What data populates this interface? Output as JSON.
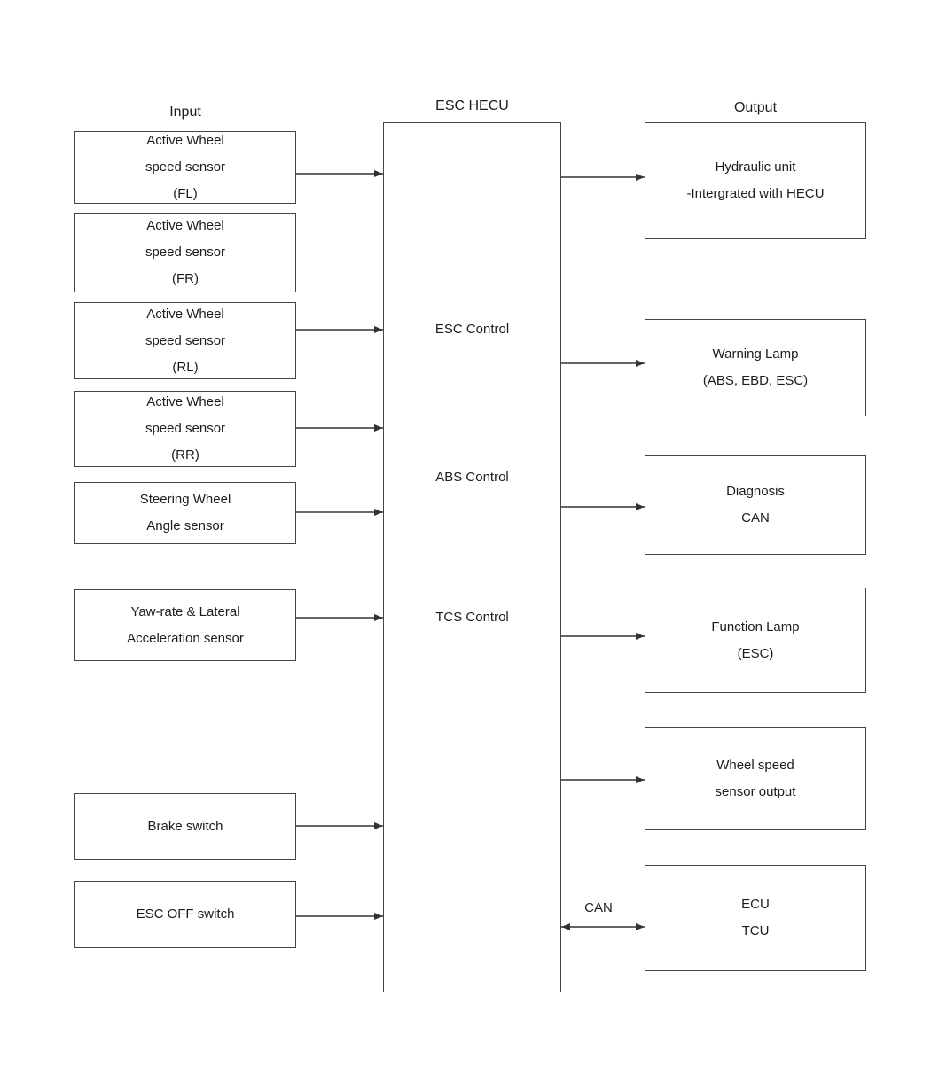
{
  "headers": {
    "input": "Input",
    "hecu": "ESC HECU",
    "output": "Output"
  },
  "can_label": "CAN",
  "hecu_functions": [
    "ESC Control",
    "ABS Control",
    "TCS Control"
  ],
  "input_boxes": [
    {
      "name": "active-wheel-speed-sensor-fl",
      "lines": [
        "Active Wheel",
        "speed sensor",
        "(FL)"
      ]
    },
    {
      "name": "active-wheel-speed-sensor-fr",
      "lines": [
        "Active Wheel",
        "speed sensor",
        "(FR)"
      ]
    },
    {
      "name": "active-wheel-speed-sensor-rl",
      "lines": [
        "Active Wheel",
        "speed sensor",
        "(RL)"
      ]
    },
    {
      "name": "active-wheel-speed-sensor-rr",
      "lines": [
        "Active Wheel",
        "speed sensor",
        "(RR)"
      ]
    },
    {
      "name": "steering-wheel-angle-sensor",
      "lines": [
        "Steering Wheel",
        "Angle sensor"
      ]
    },
    {
      "name": "yaw-rate-lateral-acceleration-sensor",
      "lines": [
        "Yaw-rate & Lateral",
        "Acceleration sensor"
      ]
    },
    {
      "name": "brake-switch",
      "lines": [
        "Brake switch"
      ]
    },
    {
      "name": "esc-off-switch",
      "lines": [
        "ESC OFF switch"
      ]
    }
  ],
  "output_boxes": [
    {
      "name": "hydraulic-unit",
      "lines": [
        "Hydraulic unit",
        "-Intergrated with HECU"
      ]
    },
    {
      "name": "warning-lamp",
      "lines": [
        "Warning Lamp",
        "(ABS, EBD, ESC)"
      ]
    },
    {
      "name": "diagnosis-can",
      "lines": [
        "Diagnosis",
        "CAN"
      ]
    },
    {
      "name": "function-lamp",
      "lines": [
        "Function Lamp",
        "(ESC)"
      ]
    },
    {
      "name": "wheel-speed-sensor-output",
      "lines": [
        "Wheel speed",
        "sensor output"
      ]
    },
    {
      "name": "ecu-tcu",
      "lines": [
        "ECU",
        "TCU"
      ]
    }
  ],
  "colors": {
    "background": "#ffffff",
    "box_border": "#454545",
    "arrow_line": "#333333",
    "text": "#1c1c1c"
  }
}
